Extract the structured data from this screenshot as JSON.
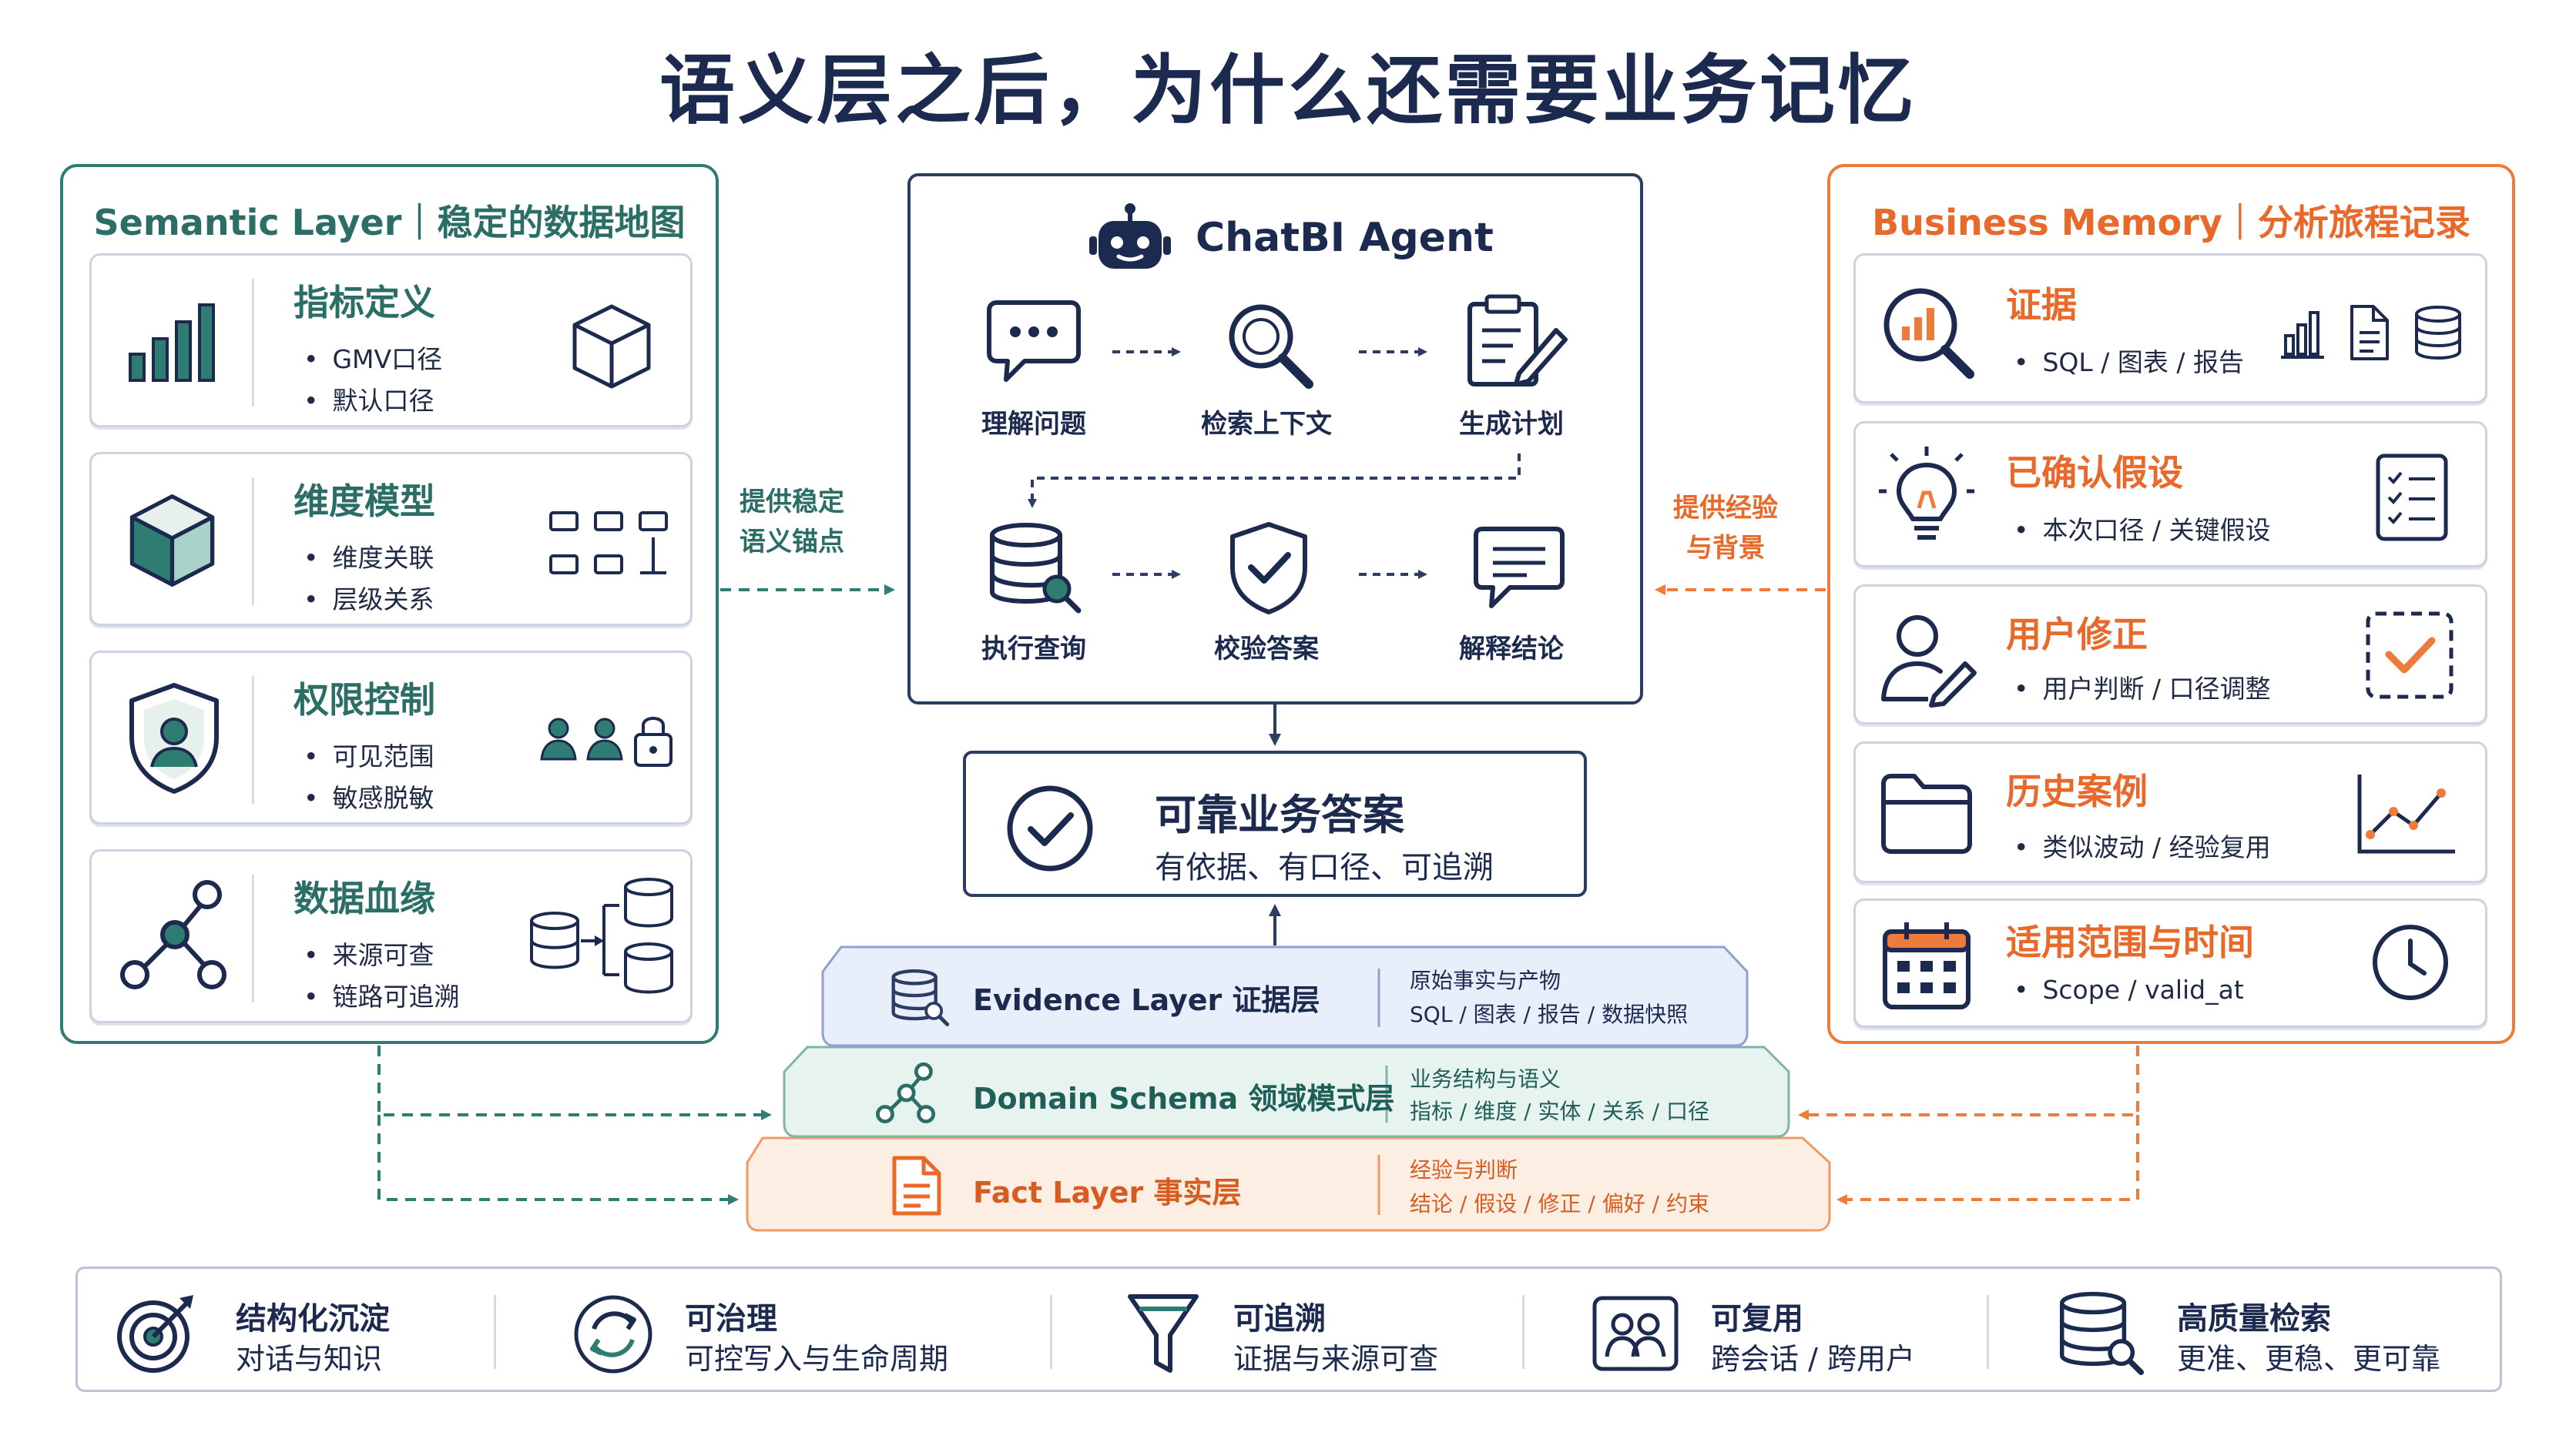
{
  "title": "语义层之后，为什么还需要业务记忆",
  "colors": {
    "teal": "#2f7d72",
    "orange": "#ef7b3b",
    "navy": "#1b2a4e",
    "evidence_fill": "#e9eefb",
    "schema_fill": "#e7f3ef",
    "fact_fill": "#fdeee3"
  },
  "left_panel": {
    "title": "Semantic Layer｜稳定的数据地图",
    "cards": [
      {
        "title": "指标定义",
        "bullets": [
          "GMV口径",
          "默认口径"
        ],
        "icon": "bar-chart-icon",
        "side_icon": "cube-icon"
      },
      {
        "title": "维度模型",
        "bullets": [
          "维度关联",
          "层级关系"
        ],
        "icon": "cube-icon",
        "side_icon": "hierarchy-icon"
      },
      {
        "title": "权限控制",
        "bullets": [
          "可见范围",
          "敏感脱敏"
        ],
        "icon": "shield-user-icon",
        "side_icon": "users-lock-icon"
      },
      {
        "title": "数据血缘",
        "bullets": [
          "来源可查",
          "链路可追溯"
        ],
        "icon": "graph-nodes-icon",
        "side_icon": "database-flow-icon"
      }
    ]
  },
  "left_arrow_note": [
    "提供稳定",
    "语义锚点"
  ],
  "right_arrow_note": [
    "提供经验",
    "与背景"
  ],
  "agent": {
    "title": "ChatBI Agent",
    "icon": "robot-icon",
    "steps": [
      {
        "label": "理解问题",
        "icon": "chat-bubble-icon"
      },
      {
        "label": "检索上下文",
        "icon": "magnifier-icon"
      },
      {
        "label": "生成计划",
        "icon": "clipboard-pen-icon"
      },
      {
        "label": "执行查询",
        "icon": "database-search-icon"
      },
      {
        "label": "校验答案",
        "icon": "shield-check-icon"
      },
      {
        "label": "解释结论",
        "icon": "message-lines-icon"
      }
    ]
  },
  "answer": {
    "title": "可靠业务答案",
    "subtitle": "有依据、有口径、可追溯",
    "icon": "check-circle-icon"
  },
  "layers": [
    {
      "name": "Evidence Layer  证据层",
      "desc_title": "原始事实与产物",
      "desc_items": "SQL / 图表 / 报告 / 数据快照",
      "icon": "database-search-icon"
    },
    {
      "name": "Domain Schema  领域模式层",
      "desc_title": "业务结构与语义",
      "desc_items": "指标 / 维度 / 实体 / 关系 / 口径",
      "icon": "graph-nodes-icon"
    },
    {
      "name": "Fact Layer  事实层",
      "desc_title": "经验与判断",
      "desc_items": "结论 / 假设 / 修正 / 偏好 / 约束",
      "icon": "document-icon"
    }
  ],
  "right_panel": {
    "title": "Business Memory｜分析旅程记录",
    "cards": [
      {
        "title": "证据",
        "bullets": [
          "SQL / 图表 / 报告"
        ],
        "icon": "chart-magnifier-icon",
        "side_icon": "artifacts-icon"
      },
      {
        "title": "已确认假设",
        "bullets": [
          "本次口径 / 关键假设"
        ],
        "icon": "lightbulb-icon",
        "side_icon": "checklist-icon"
      },
      {
        "title": "用户修正",
        "bullets": [
          "用户判断 / 口径调整"
        ],
        "icon": "user-pen-icon",
        "side_icon": "dashed-check-icon"
      },
      {
        "title": "历史案例",
        "bullets": [
          "类似波动 / 经验复用"
        ],
        "icon": "folder-icon",
        "side_icon": "line-trend-icon"
      },
      {
        "title": "适用范围与时间",
        "bullets": [
          "Scope / valid_at"
        ],
        "icon": "calendar-icon",
        "side_icon": "clock-icon"
      }
    ]
  },
  "features": [
    {
      "title": "结构化沉淀",
      "subtitle": "对话与知识",
      "icon": "target-icon"
    },
    {
      "title": "可治理",
      "subtitle": "可控写入与生命周期",
      "icon": "cycle-icon"
    },
    {
      "title": "可追溯",
      "subtitle": "证据与来源可查",
      "icon": "funnel-icon"
    },
    {
      "title": "可复用",
      "subtitle": "跨会话 / 跨用户",
      "icon": "team-icon"
    },
    {
      "title": "高质量检索",
      "subtitle": "更准、更稳、更可靠",
      "icon": "database-search-icon"
    }
  ]
}
